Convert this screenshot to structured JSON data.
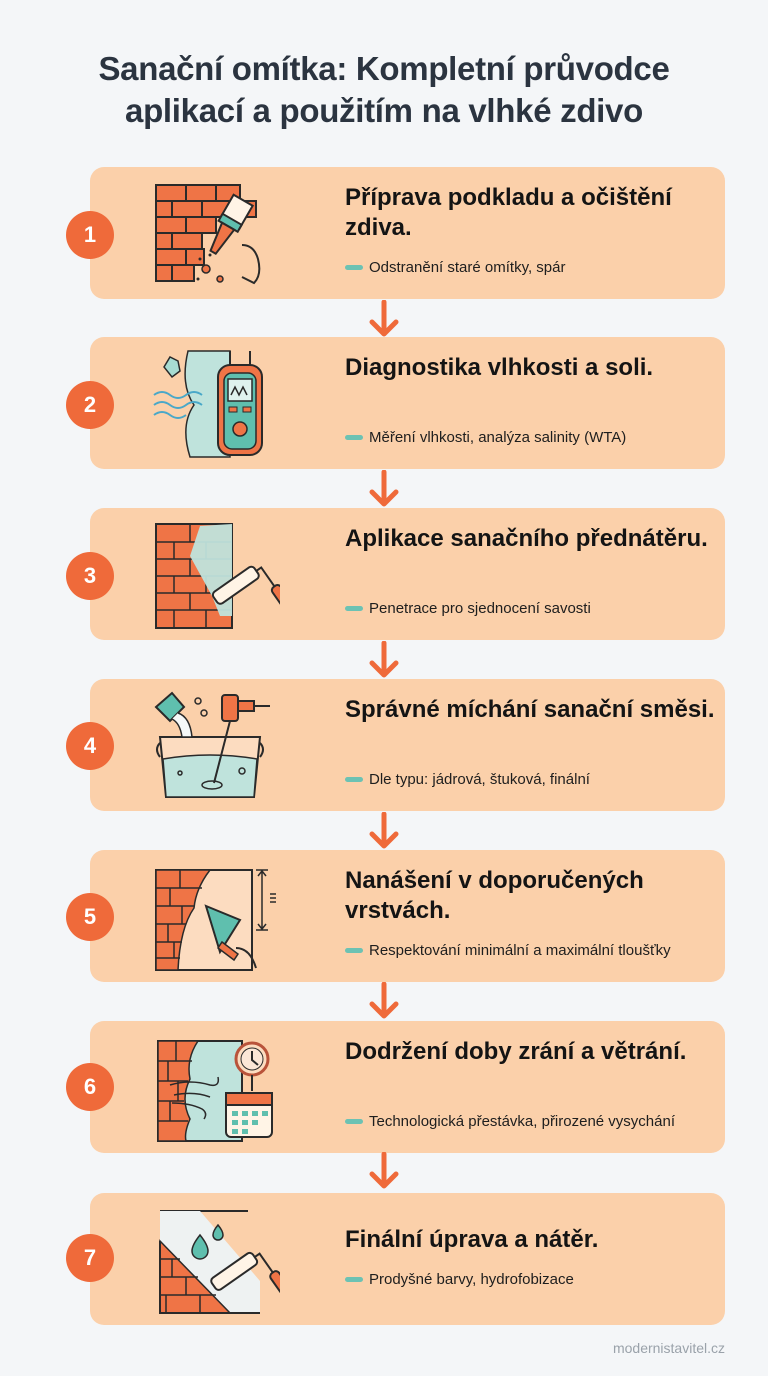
{
  "header": {
    "title_line1": "Sanační omítka: Kompletní průvodce",
    "title_line2": "aplikací a použitím na vlhké zdivo"
  },
  "steps": [
    {
      "number": "1",
      "title": "Příprava podkladu a očištění zdiva.",
      "desc": "Odstranění staré omítky, spár",
      "icon": "brick-wall-brush-icon"
    },
    {
      "number": "2",
      "title": "Diagnostika vlhkosti a soli.",
      "desc": "Měření vlhkosti, analýza salinity (WTA)",
      "icon": "moisture-meter-icon"
    },
    {
      "number": "3",
      "title": "Aplikace sanačního přednátěru.",
      "desc": "Penetrace pro sjednocení savosti",
      "icon": "wall-paint-roller-icon"
    },
    {
      "number": "4",
      "title": "Správné míchání sanační směsi.",
      "desc": "Dle typu: jádrová, štuková, finální",
      "icon": "mixing-bucket-drill-icon"
    },
    {
      "number": "5",
      "title": "Nanášení v doporučených vrstvách.",
      "desc": "Respektování minimální a maximální tloušťky",
      "icon": "trowel-plaster-layer-icon"
    },
    {
      "number": "6",
      "title": "Dodržení doby zrání a větrání.",
      "desc": "Technologická přestávka, přirozené vysychání",
      "icon": "curing-clock-calendar-icon"
    },
    {
      "number": "7",
      "title": "Finální úprava a nátěr.",
      "desc": "Prodyšné barvy, hydrofobizace",
      "icon": "finish-roller-drops-icon"
    }
  ],
  "footer": {
    "source": "modernistavitel.cz"
  },
  "colors": {
    "card": "#fbd0aa",
    "accent": "#ef6a3a",
    "teal": "#6cc2b3",
    "title": "#2b3440"
  }
}
